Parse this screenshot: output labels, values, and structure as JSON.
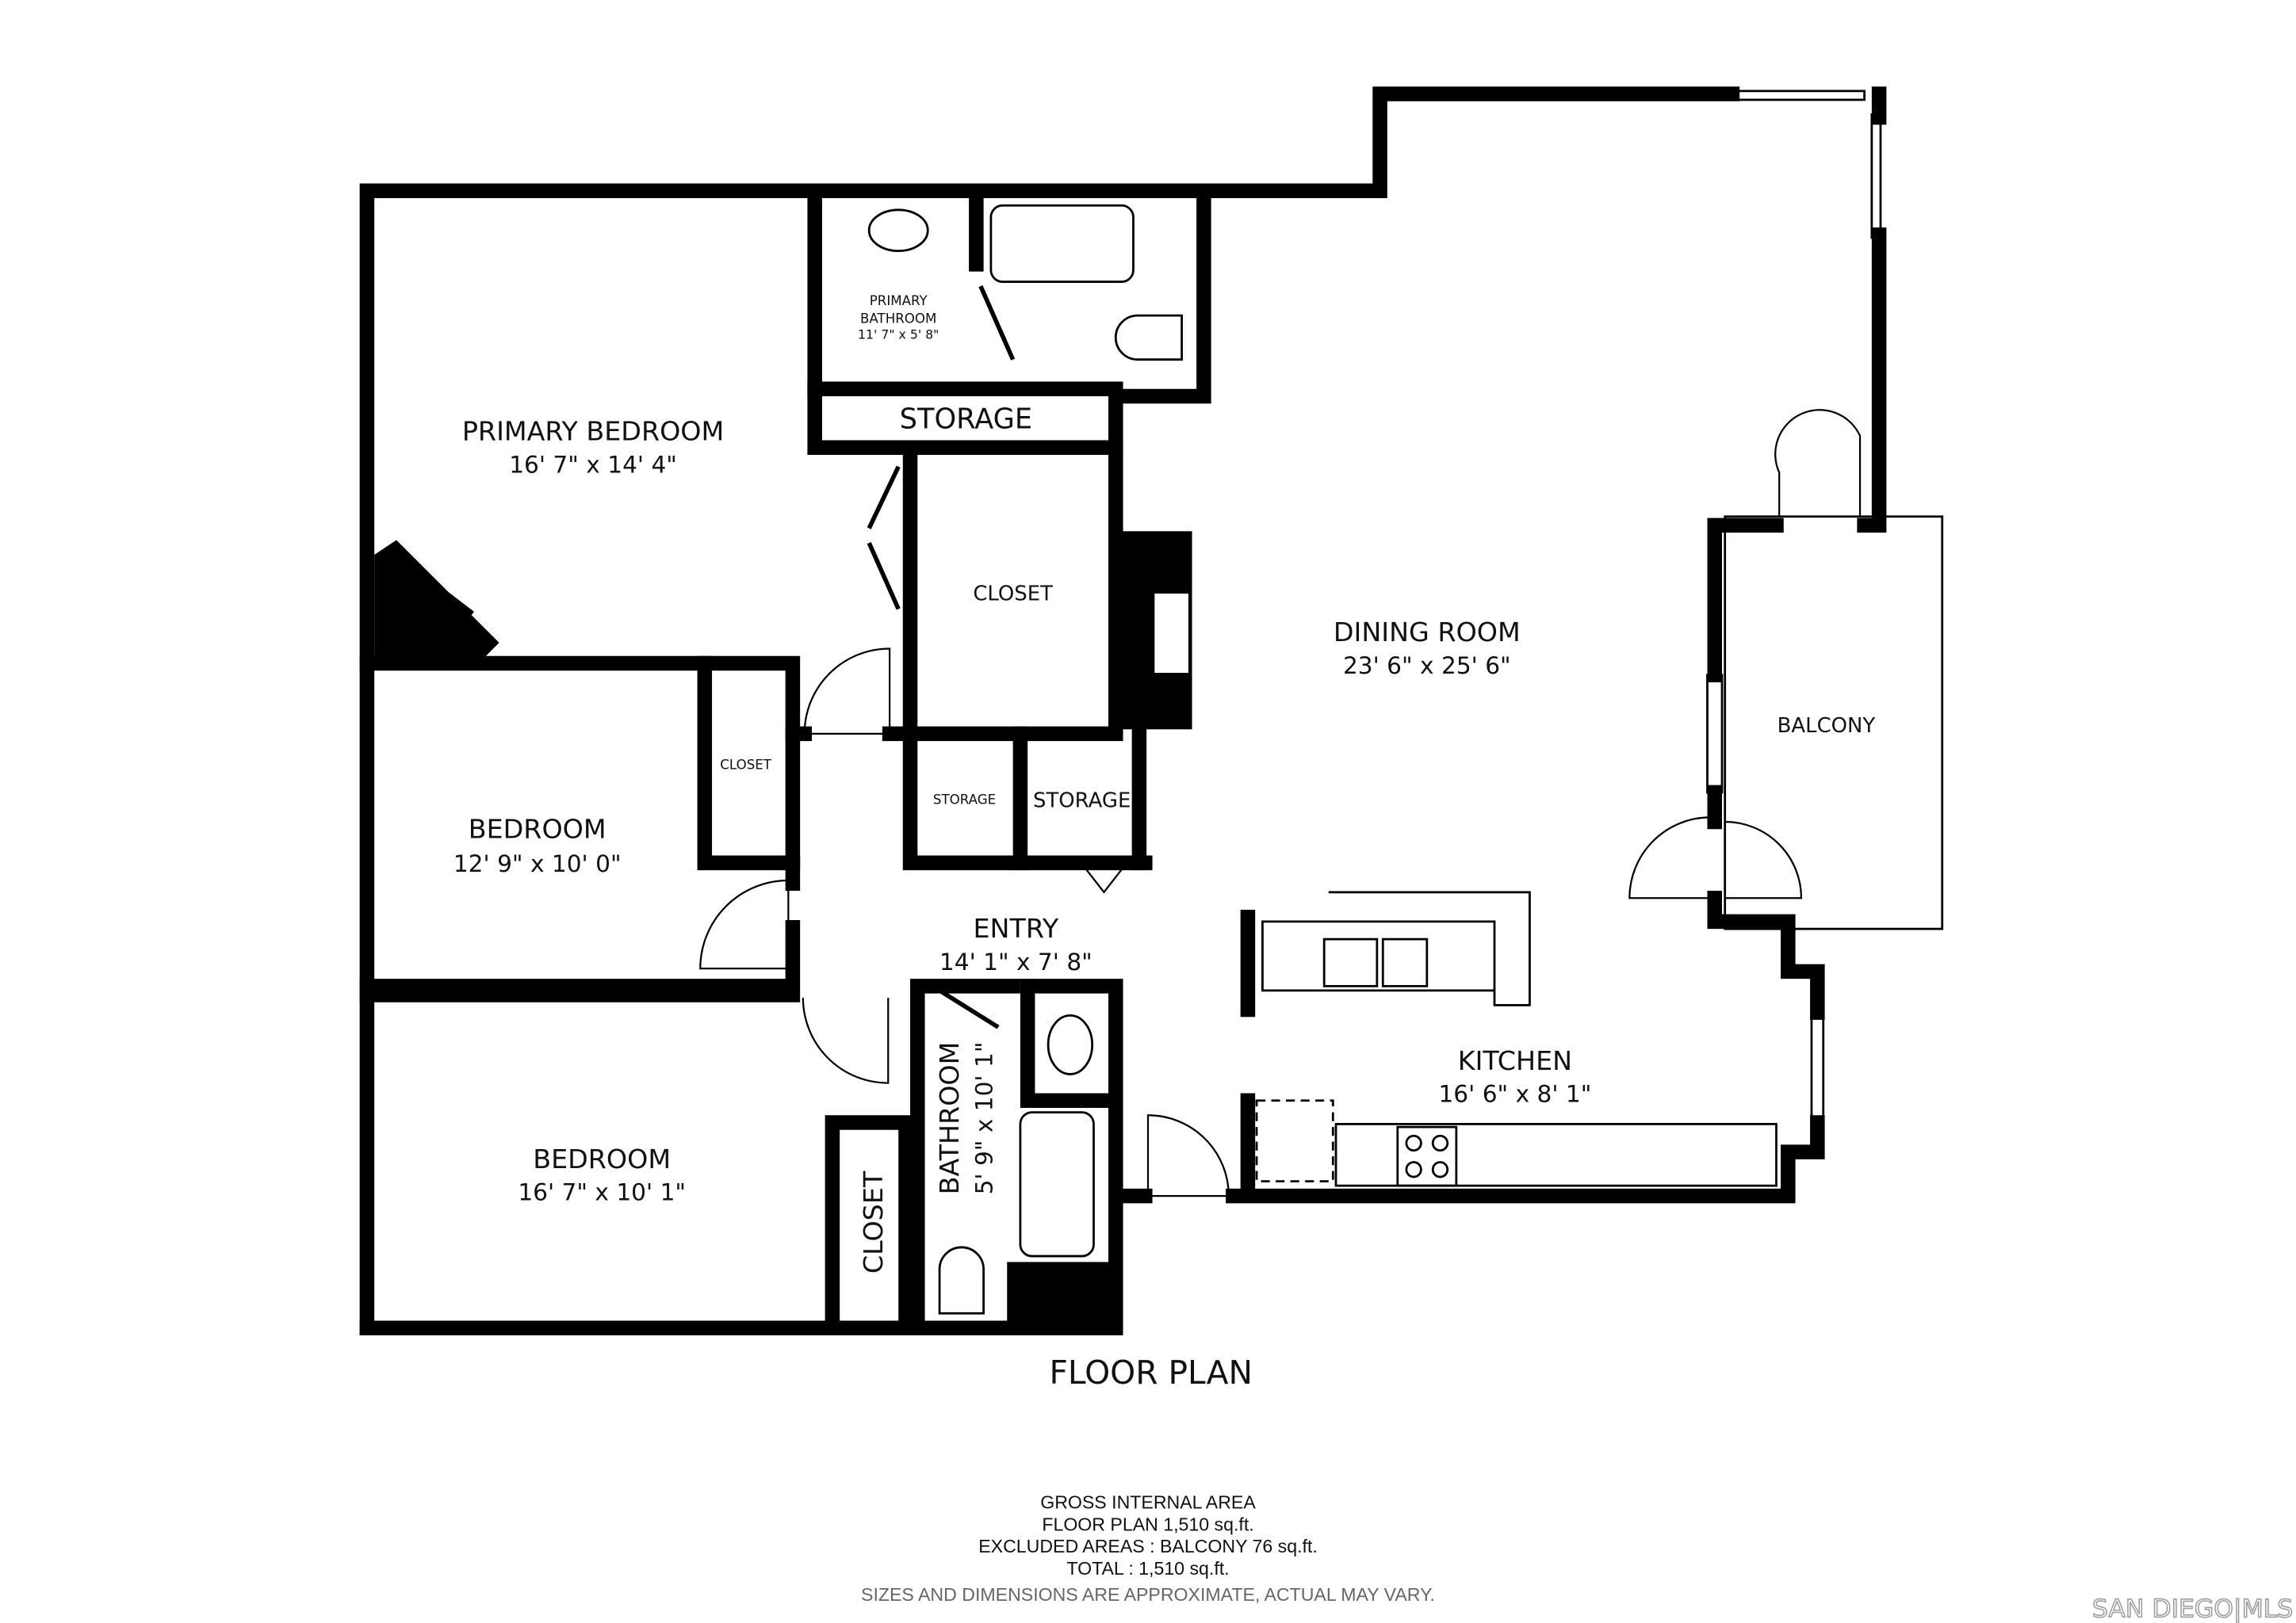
{
  "rooms": {
    "primary_bedroom": {
      "name": "PRIMARY BEDROOM",
      "dims": "16' 7\" x 14' 4\""
    },
    "primary_bathroom": {
      "name_line1": "PRIMARY",
      "name_line2": "BATHROOM",
      "dims": "11' 7\" x 5' 8\""
    },
    "storage_top": {
      "name": "STORAGE"
    },
    "closet_main": {
      "name": "CLOSET"
    },
    "dining_room": {
      "name": "DINING ROOM",
      "dims": "23' 6\" x 25' 6\""
    },
    "balcony": {
      "name": "BALCONY"
    },
    "bedroom_2": {
      "name": "BEDROOM",
      "dims": "12' 9\" x 10' 0\""
    },
    "closet_small": {
      "name": "CLOSET"
    },
    "storage_small": {
      "name": "STORAGE"
    },
    "storage_right": {
      "name": "STORAGE"
    },
    "entry": {
      "name": "ENTRY",
      "dims": "14' 1\" x 7' 8\""
    },
    "kitchen": {
      "name": "KITCHEN",
      "dims": "16' 6\" x 8' 1\""
    },
    "bedroom_3": {
      "name": "BEDROOM",
      "dims": "16' 7\" x 10' 1\""
    },
    "closet_bedroom3": {
      "name": "CLOSET"
    },
    "bathroom": {
      "name": "BATHROOM",
      "dims": "5' 9\" x 10' 1\""
    }
  },
  "plan_title": "FLOOR PLAN",
  "area_summary": {
    "heading": "GROSS INTERNAL AREA",
    "floor_plan": "FLOOR PLAN 1,510 sq.ft.",
    "excluded": "EXCLUDED AREAS :  BALCONY 76 sq.ft.",
    "total": "TOTAL :  1,510 sq.ft.",
    "disclaimer": "SIZES AND DIMENSIONS ARE APPROXIMATE, ACTUAL MAY VARY."
  },
  "watermark": "SAN DIEGO|MLS",
  "colors": {
    "walls": "#000000",
    "disclaimer": "#666666",
    "watermark": "#9a9a9a"
  }
}
